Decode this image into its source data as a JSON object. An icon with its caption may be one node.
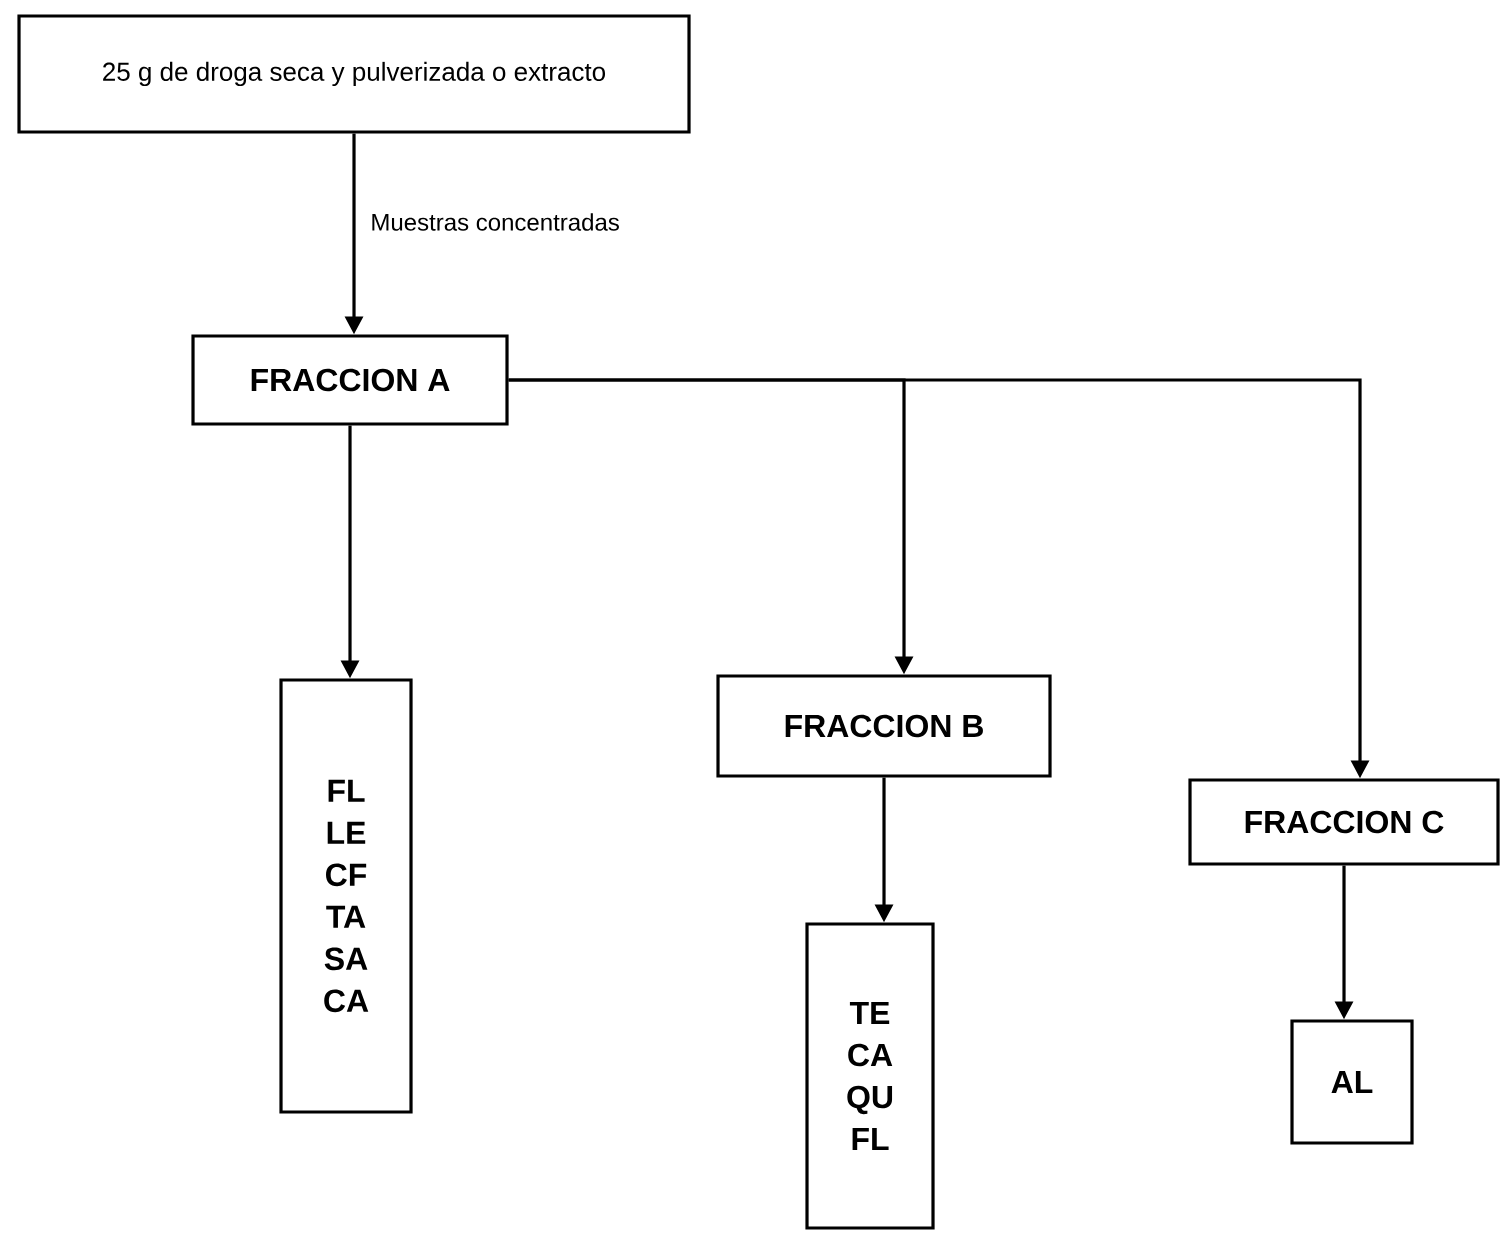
{
  "diagram": {
    "nodes": [
      {
        "text": [
          "25 g de droga seca y pulverizada o extracto"
        ]
      },
      {
        "text": [
          "FRACCION A"
        ]
      },
      {
        "text": [
          "FL",
          "LE",
          "CF",
          "TA",
          "SA",
          "CA"
        ]
      },
      {
        "text": [
          "FRACCION B"
        ]
      },
      {
        "text": [
          "TE",
          "CA",
          "QU",
          "FL"
        ]
      },
      {
        "text": [
          "FRACCION C"
        ]
      },
      {
        "text": [
          "AL"
        ]
      }
    ],
    "edges": [
      {
        "from": 0,
        "to": 1,
        "arrow": "to",
        "label": "Muestras concentradas"
      },
      {
        "from": 1,
        "to": 2,
        "arrow": "to"
      },
      {
        "from": 1,
        "to": 3,
        "arrow": "to"
      },
      {
        "from": 1,
        "to": 5,
        "arrow": "to"
      },
      {
        "from": 3,
        "to": 4,
        "arrow": "to"
      },
      {
        "from": 5,
        "to": 6,
        "arrow": "to"
      }
    ]
  }
}
